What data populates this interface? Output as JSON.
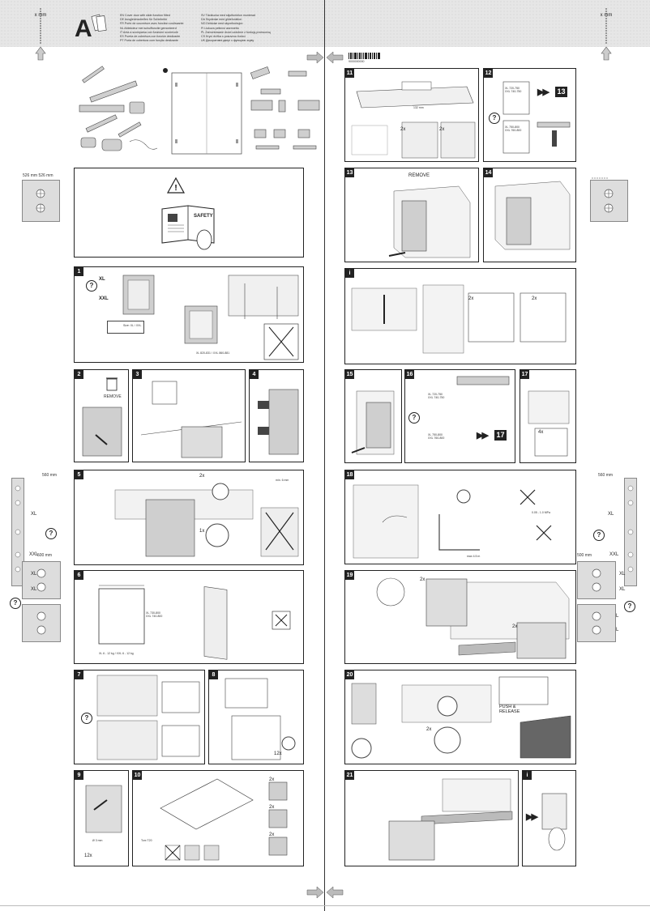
{
  "header": {
    "letter": "A",
    "left_dim": "x\nmm",
    "right_dim": "x\nmm",
    "barcode_number": "9000000000",
    "lang_col1": [
      "EN Cover door with slide function fitted",
      "DE Ausgleichsstreifen für Schiebetür",
      "FR Porte de couverture avec fonction coulissante",
      "NL Afdekdeur met schuiffunctie gemonteerd",
      "IT Anta a scomparsa con funzione scorrevole",
      "ES Puerta de cobertura con función deslizante",
      "PT Porta de cobertura com função deslizante"
    ],
    "lang_col2": [
      "SV Täcklucka med skjutfunktion monterad",
      "DA Skydedør med glidefunktion",
      "NO Dekkdør med skyvefunksjon",
      "FI Liukuva peiteovi asennettu",
      "PL Zamontowane drzwi ozdobne z funkcją przesuwną",
      "CS Krycí dvířka s posuvnou funkcí",
      "UK Декоративні двері з функцією зсуву"
    ]
  },
  "side_labels": {
    "mm_top_left": "526 mm 526 mm",
    "mm_mid_left": "560 mm",
    "mm_mid_right": "560 mm",
    "mm_small_left": "500 mm",
    "mm_small_right": "500 mm",
    "xl": "XL",
    "xxl": "XXL",
    "q": "?"
  },
  "panels": {
    "p1": {
      "num": "1",
      "xl": "XL",
      "xxl": "XXL",
      "size": "Size: XL / XXL",
      "dims": "XL 820-831 / XXL 860-881"
    },
    "safety": {
      "label": "SAFETY"
    },
    "p2": {
      "num": "2",
      "remove": "REMOVE"
    },
    "p3": {
      "num": "3"
    },
    "p4": {
      "num": "4"
    },
    "p5": {
      "num": "5",
      "x2": "2x",
      "x1": "1x",
      "dim": "min. 6 mm"
    },
    "p6": {
      "num": "6",
      "xl": "XL 730-800\nXXL 740-800",
      "weight": "XL 6 - 12 kg / XXL 6 - 12 kg"
    },
    "p7": {
      "num": "7"
    },
    "p8": {
      "num": "8",
      "x": "12x"
    },
    "p9": {
      "num": "9",
      "x": "12x",
      "d": "Ø 3 mm"
    },
    "p10": {
      "num": "10",
      "x2a": "2x",
      "x2b": "2x",
      "x2c": "2x",
      "torx": "Torx T20"
    },
    "p11": {
      "num": "11",
      "dim": "132 mm",
      "x2a": "2x",
      "x2b": "2x"
    },
    "p12": {
      "num": "12",
      "xl": "XL 720-750\nXXL 740-750",
      "xl2": "XL 750-800\nXXL 760-800",
      "goto": "13"
    },
    "p13": {
      "num": "13",
      "remove": "REMOVE"
    },
    "p14": {
      "num": "14"
    },
    "pi1": {
      "num": "i",
      "x2a": "2x",
      "x2b": "2x"
    },
    "p15": {
      "num": "15"
    },
    "p16": {
      "num": "16",
      "xl": "XL 720-750\nXXL 740-750",
      "xl2": "XL 750-800\nXXL 760-800",
      "goto": "17"
    },
    "p17": {
      "num": "17",
      "x": "4x"
    },
    "p18": {
      "num": "18",
      "pressure": "0.05 - 1.0 MPa",
      "len": "max 4.5 m"
    },
    "p19": {
      "num": "19",
      "x2a": "2x",
      "x2b": "2x"
    },
    "p20": {
      "num": "20",
      "push": "PUSH &\nRELEASE",
      "x": "2x"
    },
    "p21": {
      "num": "21"
    },
    "pi2": {
      "num": "i"
    }
  }
}
